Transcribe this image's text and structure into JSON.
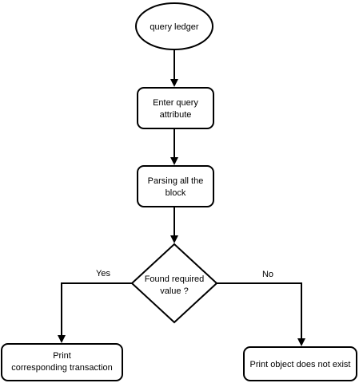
{
  "nodes": {
    "start": {
      "lines": [
        "query ledger"
      ],
      "shape": "ellipse"
    },
    "enter_query": {
      "lines": [
        "Enter query",
        "attribute"
      ],
      "shape": "rounded-rect"
    },
    "parsing": {
      "lines": [
        "Parsing all the",
        "block"
      ],
      "shape": "rounded-rect"
    },
    "decision": {
      "lines": [
        "Found required",
        "value ?"
      ],
      "shape": "diamond"
    },
    "print_transaction": {
      "lines": [
        "Print",
        "corresponding transaction"
      ],
      "shape": "rounded-rect"
    },
    "print_not_exist": {
      "lines": [
        "Print object does not exist"
      ],
      "shape": "rounded-rect"
    }
  },
  "edges": {
    "yes_label": "Yes",
    "no_label": "No"
  },
  "colors": {
    "stroke": "#000000",
    "fill": "#ffffff"
  }
}
